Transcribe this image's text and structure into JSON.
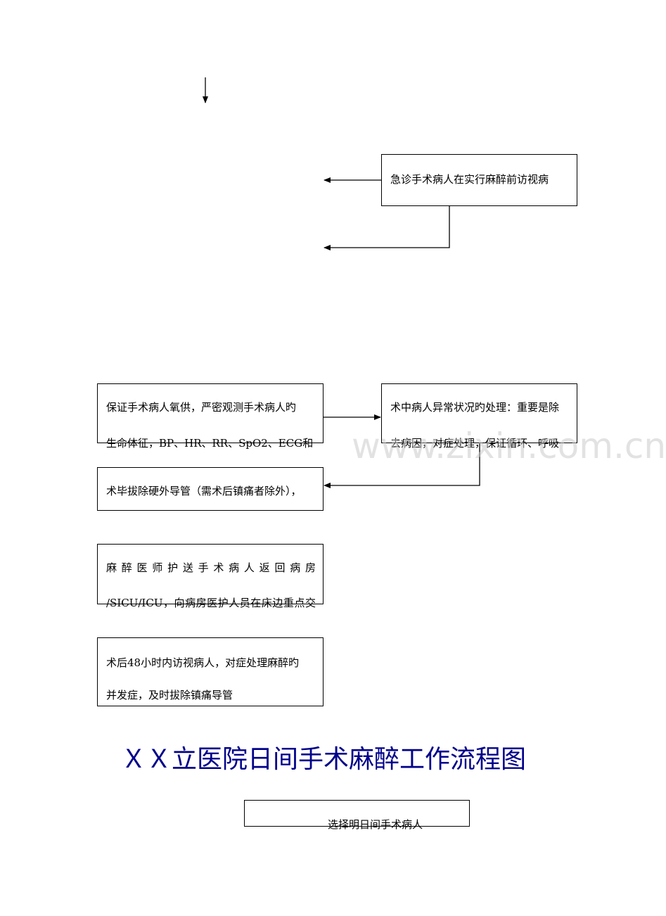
{
  "boxes": {
    "emergency_visit": {
      "lines": [
        "急诊手术病人在实行麻醉前访视病"
      ]
    },
    "oxygen_monitor": {
      "lines": [
        "保证手术病人氧供，严密观测手术病人旳",
        "生命体征，BP、HR、RR、SpO2、ECG和"
      ]
    },
    "abnormal_handling": {
      "lines": [
        "术中病人异常状况旳处理：重要是除",
        "去病因，对症处理，保证循环、呼吸"
      ]
    },
    "catheter_removal": {
      "lines": [
        "术毕拔除硬外导管（需术后镇痛者除外），"
      ]
    },
    "escort_return": {
      "lines": [
        "麻醉医师护送手术病人返回病房",
        "/SICU/ICU，向病房医护人员在床边重点交"
      ]
    },
    "followup_48h": {
      "lines": [
        "术后48小时内访视病人，对症处理麻醉旳",
        "并发症，及时拔除镇痛导管"
      ]
    },
    "select_patient": {
      "lines": [
        "选择明日间手术病人"
      ]
    }
  },
  "title": "ＸＸ立医院日间手术麻醉工作流程图",
  "watermark": "www.zixin.com.cn"
}
